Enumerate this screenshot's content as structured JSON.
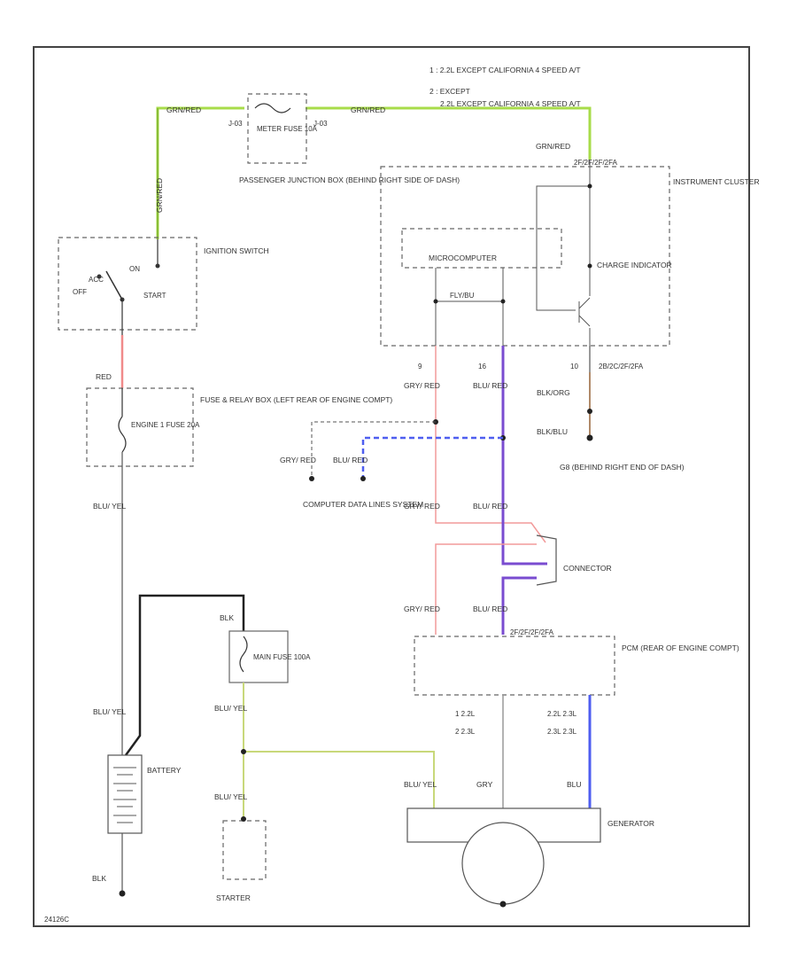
{
  "notes": {
    "note1": "1 : 2.2L EXCEPT CALIFORNIA 4 SPEED A/T",
    "note2a": "2 : EXCEPT",
    "note2b": "2.2L EXCEPT CALIFORNIA 4 SPEED A/T"
  },
  "wires": {
    "grn_red_top_left": "GRN/RED",
    "grn_red_top_right": "GRN/RED",
    "grn_red_vertical": "GRN/RED",
    "grn_red_cluster": "GRN/RED",
    "red": "RED",
    "blu_yel_1": "BLU/ YEL",
    "blu_yel_battery": "BLU/ YEL",
    "blu_yel_fuse": "BLU/ YEL",
    "blu_yel_starter": "BLU/ YEL",
    "blu_yel_gen": "BLU/ YEL",
    "grn_red_left": "GRY/ RED",
    "blu_red_left": "BLU/ RED",
    "gry_red_a": "GRY/ RED",
    "blu_red_a": "BLU/ RED",
    "gry_red_b": "GRY/ RED",
    "blu_red_b": "BLU/ RED",
    "gry_red_c": "GRY/ RED",
    "blu_red_c": "BLU/ RED",
    "blk_org": "BLK/ORG",
    "blk_blu": "BLK/BLU",
    "blk_top": "BLK",
    "blk_bottom": "BLK",
    "gry": "GRY",
    "blu": "BLU"
  },
  "components": {
    "meter_fuse": "METER FUSE 10A",
    "j03_left": "J-03",
    "j03_right": "J-03",
    "pjb": "PASSENGER JUNCTION BOX (BEHIND RIGHT SIDE OF DASH)",
    "ignition_switch": "IGNITION SWITCH",
    "ign_acc": "ACC",
    "ign_on": "ON",
    "ign_off": "OFF",
    "ign_start": "START",
    "fuse_box": "FUSE & RELAY BOX (LEFT REAR OF ENGINE COMPT)",
    "engine_fuse": "ENGINE 1 FUSE 20A",
    "instrument_cluster": "INSTRUMENT CLUSTER",
    "charge_indicator": "CHARGE INDICATOR",
    "microcomputer": "MICROCOMPUTER",
    "cluster_conn": "2F/2F/2F/2FA",
    "pcm_conn": "2F/2F/2F/2FA",
    "flyer": "FLY/BU",
    "pin_a": "9",
    "pin_b": "16",
    "pin_c": "10",
    "conn_ref": "2B/2C/2F/2FA",
    "ground_g8": "G8 (BEHIND RIGHT END OF DASH)",
    "computer_data_lines": "COMPUTER DATA LINES SYSTEM",
    "connector": "CONNECTOR",
    "main_fuse": "MAIN FUSE 100A",
    "pcm": "PCM (REAR OF ENGINE COMPT)",
    "battery": "BATTERY",
    "starter": "STARTER",
    "generator": "GENERATOR",
    "gen_note_1": "1  2.2L",
    "gen_note_2": "2  2.3L",
    "gen_note_3": "2.2L  2.3L",
    "gen_note_4": "2.3L  2.3L",
    "diagram_id": "24126C"
  }
}
